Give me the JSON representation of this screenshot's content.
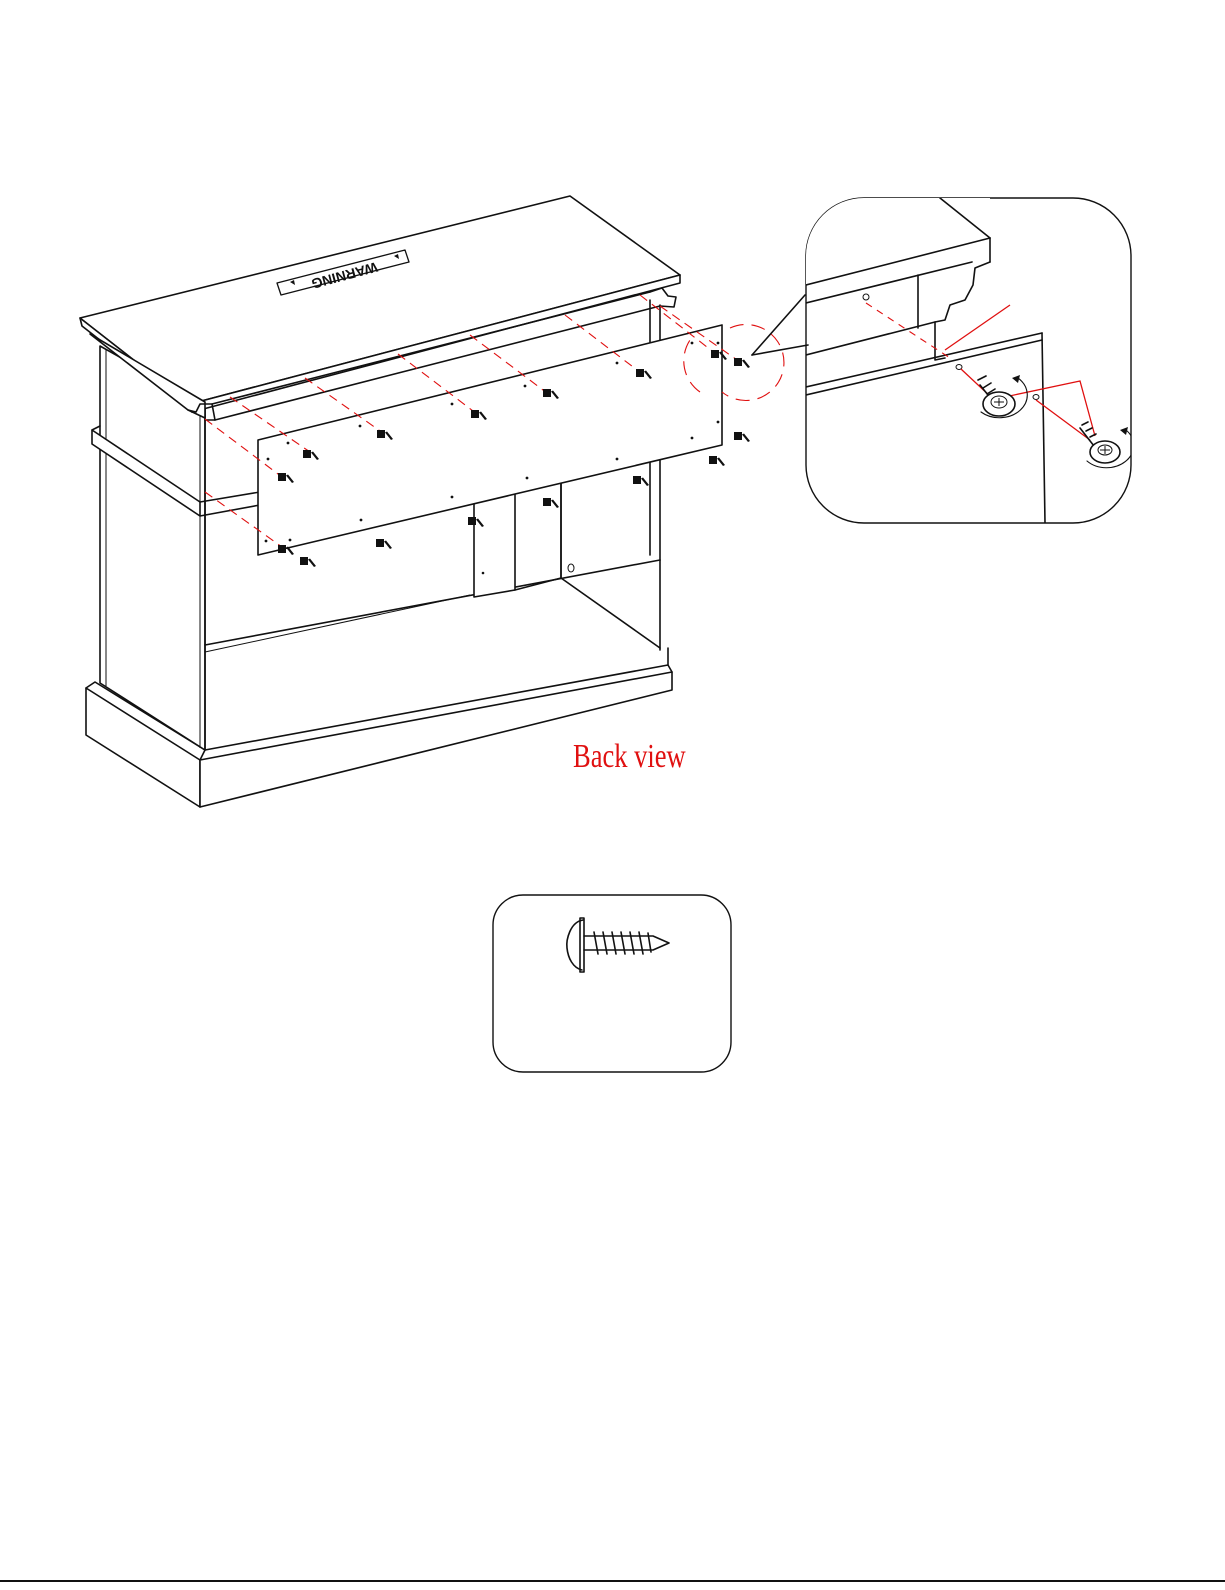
{
  "figure": {
    "caption": "Back view",
    "warning_label": "WARNING",
    "colors": {
      "line": "#111111",
      "accent": "#e01010",
      "background": "#ffffff"
    },
    "callouts": {
      "detail_view": "magnified-corner-screw-detail",
      "hardware_box": "screw-part-reference"
    }
  }
}
